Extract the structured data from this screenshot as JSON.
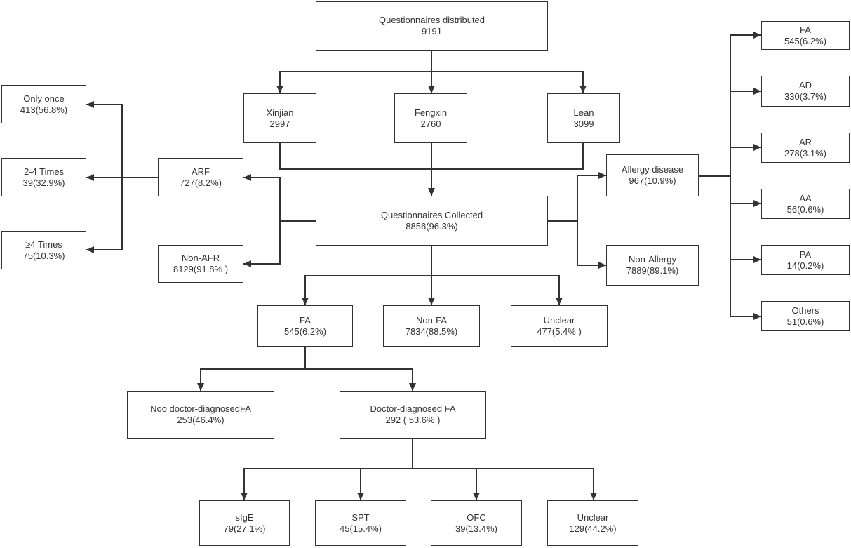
{
  "colors": {
    "line": "#333333",
    "box_border": "#333333",
    "text": "#333333",
    "background": "#ffffff"
  },
  "nodes": {
    "distributed": {
      "label": "Questionnaires distributed",
      "value": "9191"
    },
    "xinjian": {
      "label": "Xinjian",
      "value": "2997"
    },
    "fengxin": {
      "label": "Fengxin",
      "value": "2760"
    },
    "lean": {
      "label": "Lean",
      "value": "3099"
    },
    "collected": {
      "label": "Questionnaires Collected",
      "value": "8856(96.3%)"
    },
    "arf": {
      "label": "ARF",
      "value": "727(8.2%)"
    },
    "non_afr": {
      "label": "Non-AFR",
      "value": "8129(91.8% )"
    },
    "only_once": {
      "label": "Only once",
      "value": "413(56.8%)"
    },
    "two_four": {
      "label": "2-4 Times",
      "value": "39(32.9%)"
    },
    "four_plus": {
      "label": "≥4 Times",
      "value": "75(10.3%)"
    },
    "allergy": {
      "label": "Allergy disease",
      "value": "967(10.9%)"
    },
    "non_allergy": {
      "label": "Non-Allergy",
      "value": "7889(89.1%)"
    },
    "right_fa": {
      "label": "FA",
      "value": "545(6.2%)"
    },
    "right_ad": {
      "label": "AD",
      "value": "330(3.7%)"
    },
    "right_ar": {
      "label": "AR",
      "value": "278(3.1%)"
    },
    "right_aa": {
      "label": "AA",
      "value": "56(0.6%)"
    },
    "right_pa": {
      "label": "PA",
      "value": "14(0.2%)"
    },
    "right_others": {
      "label": "Others",
      "value": "51(0.6%)"
    },
    "fa": {
      "label": "FA",
      "value": "545(6.2%)"
    },
    "non_fa": {
      "label": "Non-FA",
      "value": "7834(88.5%)"
    },
    "unclear": {
      "label": "Unclear",
      "value": "477(5.4% )"
    },
    "no_doctor": {
      "label": "Noo doctor-diagnosedFA",
      "value": "253(46.4%)"
    },
    "doctor": {
      "label": "Doctor-diagnosed FA",
      "value": "292 ( 53.6% )"
    },
    "sige": {
      "label": "sIgE",
      "value": "79(27.1%)"
    },
    "spt": {
      "label": "SPT",
      "value": "45(15.4%)"
    },
    "ofc": {
      "label": "OFC",
      "value": "39(13.4%)"
    },
    "unclear_dx": {
      "label": "Unclear",
      "value": "129(44.2%)"
    }
  }
}
